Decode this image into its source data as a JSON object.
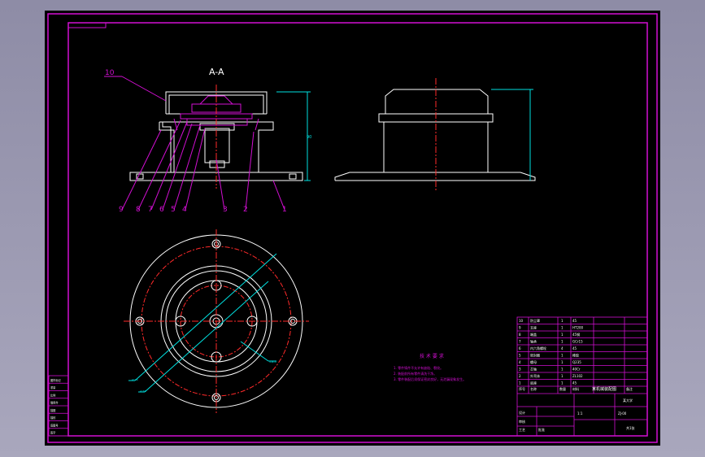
{
  "colors": {
    "background": "#000000",
    "frame": "#d20fd2",
    "outline": "#ffffff",
    "centerline": "#ff2a2a",
    "dimension": "#00e0e0",
    "label_text": "#ffff00"
  },
  "section_label": "A-A",
  "dimension_value": "90",
  "part_callouts": [
    "10",
    "9",
    "8",
    "7",
    "6",
    "5",
    "4",
    "3",
    "2",
    "1"
  ],
  "notes": {
    "heading": "技 术 要 求",
    "lines": [
      "1. 零件铸件不允许有缺陷、裂纹。",
      "2. 装配前所有零件清洗干净。",
      "3. 零件装配后须保证密封良好，无泄漏现象发生。"
    ]
  },
  "bom": {
    "rows": [
      {
        "no": "10",
        "name": "防尘罩",
        "qty": "1",
        "material": "45",
        "note": ""
      },
      {
        "no": "9",
        "name": "支座",
        "qty": "1",
        "material": "HT200",
        "note": ""
      },
      {
        "no": "8",
        "name": "端盖",
        "qty": "1",
        "material": "45钢",
        "note": ""
      },
      {
        "no": "7",
        "name": "轴承",
        "qty": "1",
        "material": "GCr15",
        "note": ""
      },
      {
        "no": "6",
        "name": "内六角螺栓",
        "qty": "4",
        "material": "45",
        "note": ""
      },
      {
        "no": "5",
        "name": "密封圈",
        "qty": "1",
        "material": "橡胶",
        "note": ""
      },
      {
        "no": "4",
        "name": "螺母",
        "qty": "1",
        "material": "Q235",
        "note": ""
      },
      {
        "no": "3",
        "name": "芯轴",
        "qty": "1",
        "material": "40Cr",
        "note": ""
      },
      {
        "no": "2",
        "name": "外壳体",
        "qty": "1",
        "material": "ZL102",
        "note": ""
      },
      {
        "no": "1",
        "name": "底座",
        "qty": "1",
        "material": "45",
        "note": ""
      }
    ],
    "header": {
      "no": "序号",
      "name": "名称",
      "qty": "数量",
      "material": "材料",
      "note": "备注"
    }
  },
  "title_block": {
    "drawing_title": "某机械装配图",
    "drawing_number": "ZJ-00",
    "scale_text": "1:1",
    "company": "某大学",
    "sheet": "共1张",
    "rows_left": [
      "设计",
      "审核",
      "工艺",
      "批准"
    ]
  },
  "side_table": [
    "图样标记",
    "重量",
    "比例",
    "借用件",
    "描图",
    "描校",
    "底图号",
    "签字"
  ],
  "dimension_tags": [
    "φ120",
    "φ160",
    "4-φ10"
  ]
}
